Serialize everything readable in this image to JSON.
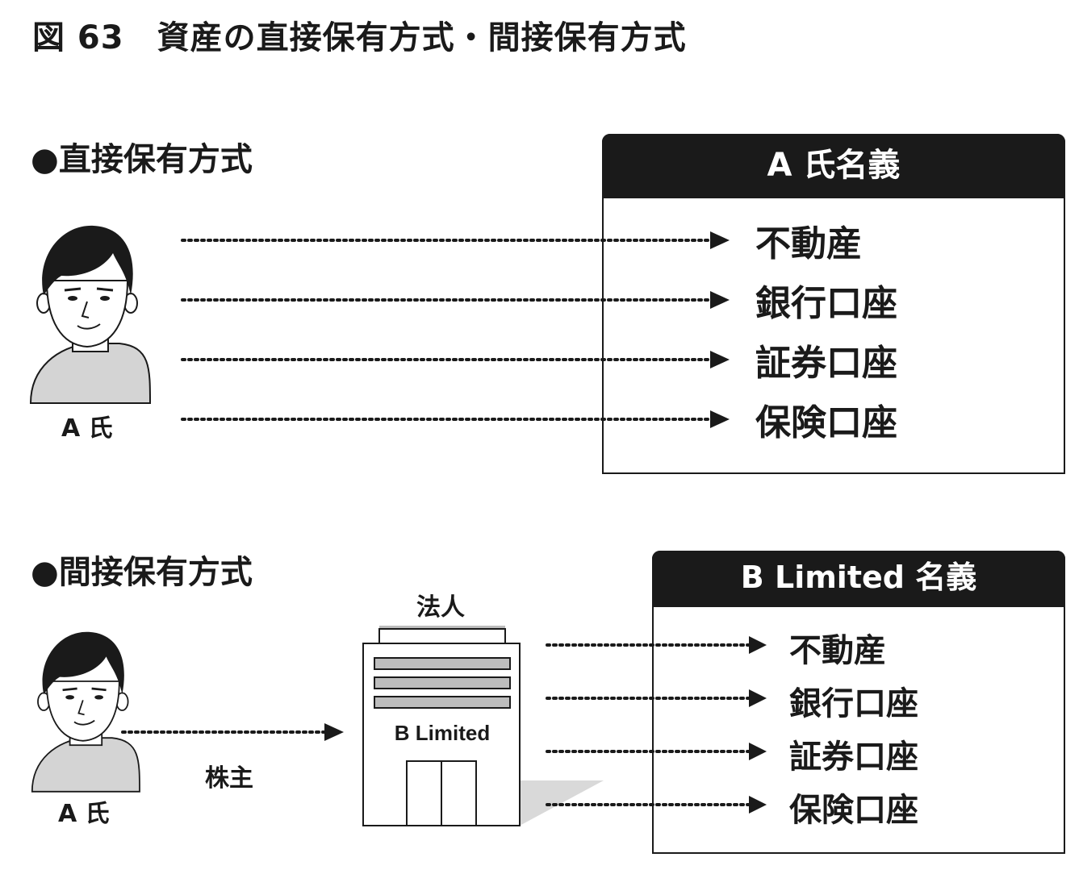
{
  "figure_title": "図 63　資産の直接保有方式・間接保有方式",
  "direct": {
    "section_title": "●直接保有方式",
    "person_label": "A 氏",
    "box_title": "A 氏名義",
    "assets": [
      "不動産",
      "銀行口座",
      "証券口座",
      "保険口座"
    ]
  },
  "indirect": {
    "section_title": "●間接保有方式",
    "person_label": "A 氏",
    "shareholder_label": "株主",
    "corporation_label": "法人",
    "company_name": "B Limited",
    "box_title": "B Limited 名義",
    "assets": [
      "不動産",
      "銀行口座",
      "証券口座",
      "保険口座"
    ]
  },
  "colors": {
    "ink": "#1a1a1a",
    "shirt": "#d4d4d4",
    "skin": "#ffffff",
    "shadow": "#d9d9d9"
  },
  "icons": {
    "person": "person-icon",
    "building": "building-icon",
    "arrow": "dotted-arrow"
  }
}
